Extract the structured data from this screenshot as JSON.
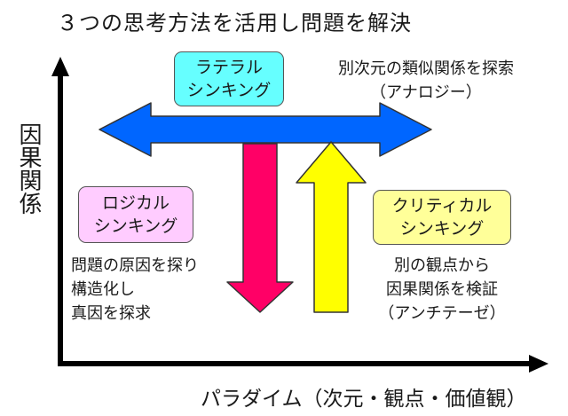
{
  "title": "３つの思考方法を活用し問題を解決",
  "axes": {
    "y_label": "因果関係",
    "x_label": "パラダイム（次元・観点・価値観）"
  },
  "boxes": {
    "lateral": {
      "line1": "ラテラル",
      "line2": "シンキング",
      "fill": "#66ffff"
    },
    "logical": {
      "line1": "ロジカル",
      "line2": "シンキング",
      "fill": "#ffccff"
    },
    "critical": {
      "line1": "クリティカル",
      "line2": "シンキング",
      "fill": "#ffff99"
    }
  },
  "descriptions": {
    "lateral": {
      "line1": "別次元の類似関係を探索",
      "line2": "（アナロジー）"
    },
    "logical": {
      "line1": "問題の原因を探り",
      "line2": "構造化し",
      "line3": "真因を探求"
    },
    "critical": {
      "line1": "別の観点から",
      "line2": "因果関係を検証",
      "line3": "（アンチテーゼ）"
    }
  },
  "colors": {
    "horizontal_arrow": "#0066ff",
    "down_arrow": "#ff0066",
    "up_arrow": "#ffff00",
    "axis": "#000000"
  }
}
